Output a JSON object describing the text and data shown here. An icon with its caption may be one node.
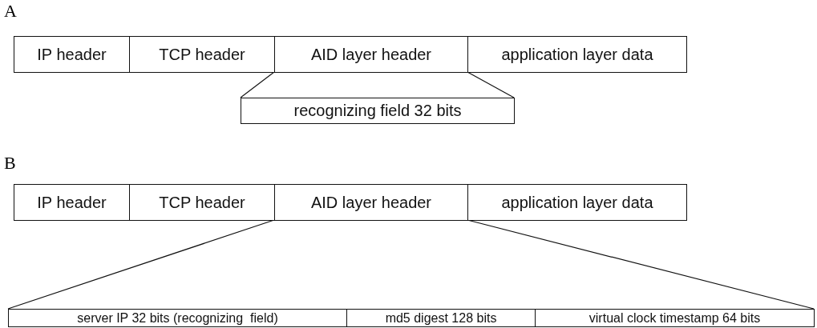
{
  "diagram": {
    "nodes": [
      {
        "text": [
          "IP header"
        ]
      },
      {
        "text": [
          "TCP header"
        ]
      },
      {
        "text": [
          "AID layer header"
        ]
      },
      {
        "text": [
          "application layer data"
        ]
      },
      {
        "text": [
          "recognizing field 32 bits"
        ]
      },
      {
        "text": [
          "IP header"
        ]
      },
      {
        "text": [
          "TCP header"
        ]
      },
      {
        "text": [
          "AID layer header"
        ]
      },
      {
        "text": [
          "application layer data"
        ]
      },
      {
        "text": [
          "server IP 32 bits (recognizing  field)"
        ]
      },
      {
        "text": [
          "md5 digest 128 bits"
        ]
      },
      {
        "text": [
          "virtual clock timestamp 64 bits"
        ]
      }
    ],
    "edges": [
      {
        "from": 2,
        "to": 4,
        "arrow": "none"
      },
      {
        "from": 2,
        "to": 4,
        "arrow": "none"
      },
      {
        "from": 7,
        "to": 9,
        "arrow": "none"
      },
      {
        "from": 7,
        "to": 11,
        "arrow": "none"
      }
    ],
    "labels": [
      "A",
      "B"
    ]
  }
}
